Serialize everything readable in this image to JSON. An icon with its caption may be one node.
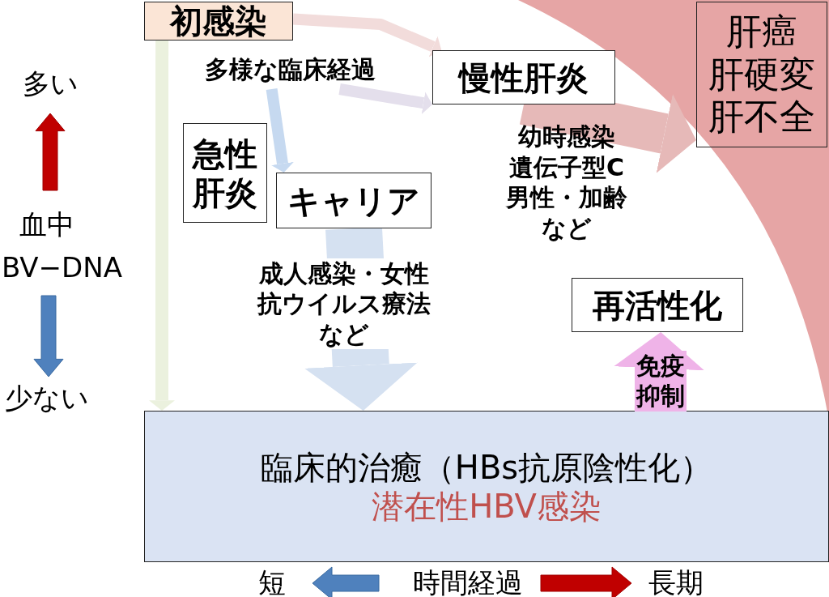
{
  "diagram": {
    "nodes": [
      {
        "text": [
          "初感染"
        ]
      },
      {
        "text": [
          "急性肝炎"
        ]
      },
      {
        "text": [
          "キャリア"
        ]
      },
      {
        "text": [
          "慢性肝炎"
        ]
      },
      {
        "text": [
          "肝癌",
          "肝硬変",
          "肝不全"
        ]
      },
      {
        "text": [
          "再活性化"
        ]
      },
      {
        "text": [
          "臨床的治癒（HBs抗原陰性化）",
          "潜在性HBV感染"
        ]
      },
      {
        "text": [
          "多様な臨床経過"
        ]
      }
    ],
    "edges": [
      {
        "from": 0,
        "to": 6,
        "arrow": "to",
        "color": "#ebf1de"
      },
      {
        "from": 0,
        "to": 3,
        "arrow": "to",
        "color": "#f2dcdb"
      },
      {
        "from": 7,
        "to": 2,
        "arrow": "to",
        "color": "#c6d9f0"
      },
      {
        "from": 7,
        "to": 3,
        "arrow": "to",
        "color": "#e4dfec"
      },
      {
        "from": 3,
        "to": 4,
        "label": "幼時感染遺伝子型C男性・加齢など",
        "arrow": "to",
        "style": "thick",
        "color": "#e6b9b8"
      },
      {
        "from": 2,
        "to": 6,
        "label": "成人感染・女性抗ウイルス療法など",
        "arrow": "to",
        "style": "thick",
        "color": "#d5e1f1"
      },
      {
        "from": 6,
        "to": 5,
        "label": "免疫抑制",
        "arrow": "to",
        "style": "thick",
        "color": "#efb3e8"
      }
    ],
    "labels": [
      "多い",
      "血中",
      "BV−DNA",
      "少ない",
      "短",
      "時間経過",
      "長期"
    ]
  }
}
